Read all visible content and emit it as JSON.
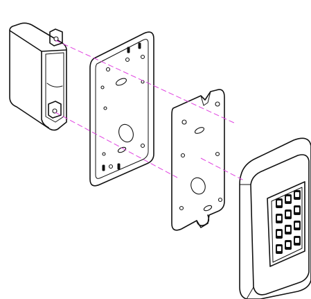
{
  "figure": {
    "type": "exploded-assembly-drawing",
    "parts": [
      "electrical-box",
      "back-mounting-plate",
      "adapter-plate",
      "keypad-unit"
    ],
    "line_color": "#111111",
    "alignment_line_color": "#e040e0",
    "background": "#ffffff"
  }
}
